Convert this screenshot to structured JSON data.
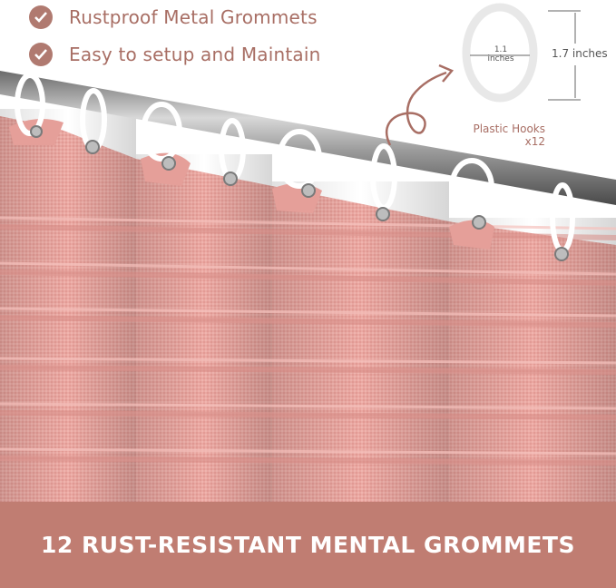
{
  "features": [
    {
      "label": "Rustproof Metal Grommets",
      "icon": "check-icon"
    },
    {
      "label": "Easy to setup and Maintain",
      "icon": "check-icon"
    }
  ],
  "hook_callout": {
    "inner_width_value": "1.1",
    "inner_width_unit": "inches",
    "height_label": "1.7 inches",
    "name": "Plastic Hooks",
    "count": "x12"
  },
  "banner": {
    "text": "12 RUST-RESISTANT MENTAL GROMMETS"
  },
  "colors": {
    "accent": "#b07a70",
    "banner_bg": "#c07d72",
    "curtain": "#eaa6a0"
  }
}
